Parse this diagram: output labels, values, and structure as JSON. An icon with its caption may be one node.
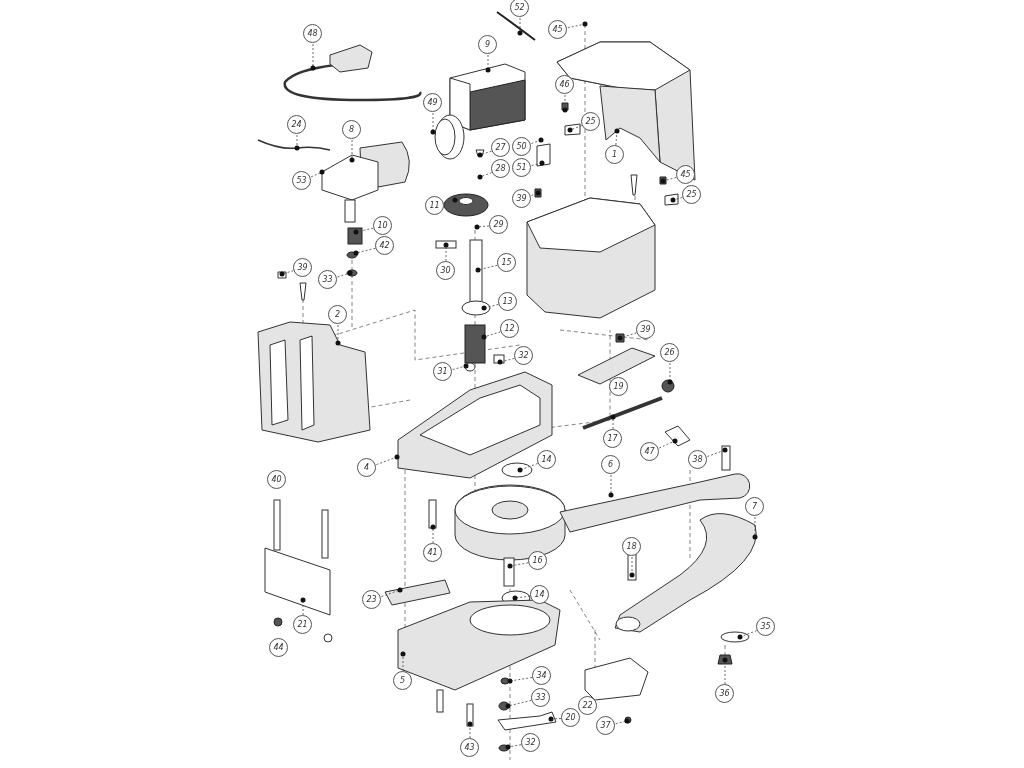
{
  "diagram": {
    "nodes": [
      {
        "text": [
          "52"
        ]
      },
      {
        "text": [
          "45"
        ]
      },
      {
        "text": [
          "48"
        ]
      },
      {
        "text": [
          "9"
        ]
      },
      {
        "text": [
          "46"
        ]
      },
      {
        "text": [
          "49"
        ]
      },
      {
        "text": [
          "25"
        ]
      },
      {
        "text": [
          "24"
        ]
      },
      {
        "text": [
          "8"
        ]
      },
      {
        "text": [
          "50"
        ]
      },
      {
        "text": [
          "27"
        ]
      },
      {
        "text": [
          "1"
        ]
      },
      {
        "text": [
          "51"
        ]
      },
      {
        "text": [
          "28"
        ]
      },
      {
        "text": [
          "45"
        ]
      },
      {
        "text": [
          "53"
        ]
      },
      {
        "text": [
          "25"
        ]
      },
      {
        "text": [
          "39"
        ]
      },
      {
        "text": [
          "11"
        ]
      },
      {
        "text": [
          "29"
        ]
      },
      {
        "text": [
          "10"
        ]
      },
      {
        "text": [
          "42"
        ]
      },
      {
        "text": [
          "15"
        ]
      },
      {
        "text": [
          "39"
        ]
      },
      {
        "text": [
          "30"
        ]
      },
      {
        "text": [
          "33"
        ]
      },
      {
        "text": [
          "13"
        ]
      },
      {
        "text": [
          "2"
        ]
      },
      {
        "text": [
          "12"
        ]
      },
      {
        "text": [
          "39"
        ]
      },
      {
        "text": [
          "26"
        ]
      },
      {
        "text": [
          "32"
        ]
      },
      {
        "text": [
          "31"
        ]
      },
      {
        "text": [
          "17"
        ]
      },
      {
        "text": [
          "47"
        ]
      },
      {
        "text": [
          "14"
        ]
      },
      {
        "text": [
          "38"
        ]
      },
      {
        "text": [
          "6"
        ]
      },
      {
        "text": [
          "4"
        ]
      },
      {
        "text": [
          "7"
        ]
      },
      {
        "text": [
          "18"
        ]
      },
      {
        "text": [
          "41"
        ]
      },
      {
        "text": [
          "16"
        ]
      },
      {
        "text": [
          "14"
        ]
      },
      {
        "text": [
          "23"
        ]
      },
      {
        "text": [
          "21"
        ]
      },
      {
        "text": [
          "35"
        ]
      },
      {
        "text": [
          "34"
        ]
      },
      {
        "text": [
          "5"
        ]
      },
      {
        "text": [
          "36"
        ]
      },
      {
        "text": [
          "33"
        ]
      },
      {
        "text": [
          "20"
        ]
      },
      {
        "text": [
          "37"
        ]
      },
      {
        "text": [
          "32"
        ]
      },
      {
        "text": [
          "43"
        ]
      },
      {
        "text": [
          "19"
        ]
      },
      {
        "text": [
          "40"
        ]
      },
      {
        "text": [
          "44"
        ]
      },
      {
        "text": [
          "22"
        ]
      }
    ],
    "edges": [
      {
        "from": 0,
        "to": null,
        "arrow": "other"
      },
      {
        "from": 1,
        "to": null,
        "arrow": "other"
      },
      {
        "from": 2,
        "to": null,
        "arrow": "other"
      },
      {
        "from": 3,
        "to": null,
        "arrow": "other"
      },
      {
        "from": 4,
        "to": null,
        "arrow": "other"
      },
      {
        "from": 5,
        "to": null,
        "arrow": "other"
      },
      {
        "from": 6,
        "to": null,
        "arrow": "other"
      },
      {
        "from": 7,
        "to": null,
        "arrow": "other"
      },
      {
        "from": 8,
        "to": null,
        "arrow": "other"
      },
      {
        "from": 9,
        "to": null,
        "arrow": "other"
      },
      {
        "from": 10,
        "to": null,
        "arrow": "other"
      },
      {
        "from": 11,
        "to": null,
        "arrow": "other"
      },
      {
        "from": 12,
        "to": null,
        "arrow": "other"
      },
      {
        "from": 13,
        "to": null,
        "arrow": "other"
      },
      {
        "from": 14,
        "to": null,
        "arrow": "other"
      },
      {
        "from": 15,
        "to": null,
        "arrow": "other"
      },
      {
        "from": 16,
        "to": null,
        "arrow": "other"
      },
      {
        "from": 17,
        "to": null,
        "arrow": "other"
      },
      {
        "from": 18,
        "to": null,
        "arrow": "other"
      },
      {
        "from": 19,
        "to": null,
        "arrow": "other"
      },
      {
        "from": 20,
        "to": null,
        "arrow": "other"
      },
      {
        "from": 21,
        "to": null,
        "arrow": "other"
      },
      {
        "from": 22,
        "to": null,
        "arrow": "other"
      },
      {
        "from": 23,
        "to": null,
        "arrow": "other"
      },
      {
        "from": 24,
        "to": null,
        "arrow": "other"
      },
      {
        "from": 25,
        "to": null,
        "arrow": "other"
      },
      {
        "from": 26,
        "to": null,
        "arrow": "other"
      },
      {
        "from": 27,
        "to": null,
        "arrow": "other"
      },
      {
        "from": 28,
        "to": null,
        "arrow": "other"
      },
      {
        "from": 29,
        "to": null,
        "arrow": "other"
      },
      {
        "from": 30,
        "to": null,
        "arrow": "other"
      },
      {
        "from": 31,
        "to": null,
        "arrow": "other"
      },
      {
        "from": 32,
        "to": null,
        "arrow": "other"
      },
      {
        "from": 33,
        "to": null,
        "arrow": "other"
      },
      {
        "from": 34,
        "to": null,
        "arrow": "other"
      },
      {
        "from": 35,
        "to": null,
        "arrow": "other"
      },
      {
        "from": 36,
        "to": null,
        "arrow": "other"
      },
      {
        "from": 37,
        "to": null,
        "arrow": "other"
      },
      {
        "from": 38,
        "to": null,
        "arrow": "other"
      },
      {
        "from": 39,
        "to": null,
        "arrow": "other"
      },
      {
        "from": 40,
        "to": null,
        "arrow": "other"
      },
      {
        "from": 41,
        "to": null,
        "arrow": "other"
      },
      {
        "from": 42,
        "to": null,
        "arrow": "other"
      },
      {
        "from": 43,
        "to": null,
        "arrow": "other"
      },
      {
        "from": 44,
        "to": null,
        "arrow": "other"
      },
      {
        "from": 45,
        "to": null,
        "arrow": "other"
      },
      {
        "from": 46,
        "to": null,
        "arrow": "other"
      },
      {
        "from": 47,
        "to": null,
        "arrow": "other"
      },
      {
        "from": 48,
        "to": null,
        "arrow": "other"
      },
      {
        "from": 49,
        "to": null,
        "arrow": "other"
      },
      {
        "from": 50,
        "to": null,
        "arrow": "other"
      },
      {
        "from": 51,
        "to": null,
        "arrow": "other"
      },
      {
        "from": 52,
        "to": null,
        "arrow": "other"
      },
      {
        "from": 53,
        "to": null,
        "arrow": "other"
      },
      {
        "from": 54,
        "to": null,
        "arrow": "other"
      }
    ]
  }
}
